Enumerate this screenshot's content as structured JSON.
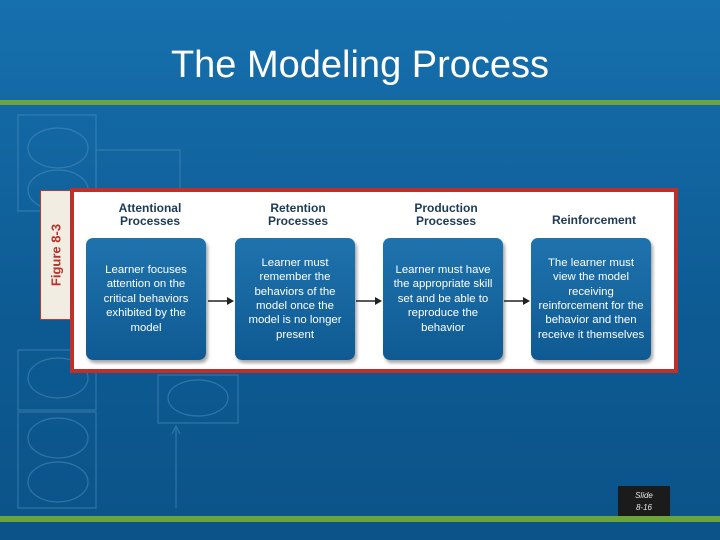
{
  "title": "The Modeling Process",
  "figure_label": "Figure 8-3",
  "columns": [
    {
      "heading": "Attentional\nProcesses",
      "text": "Learner focuses attention on the critical behaviors exhibited by the model"
    },
    {
      "heading": "Retention\nProcesses",
      "text": "Learner must remember the behaviors of the model once the model is no longer present"
    },
    {
      "heading": "Production\nProcesses",
      "text": "Learner must have the appropriate skill set and be able to reproduce the behavior"
    },
    {
      "heading": "Reinforcement",
      "text": "The learner must view the model receiving reinforcement for the behavior and then receive it themselves"
    }
  ],
  "slide_number": {
    "line1": "Slide",
    "line2": "8-16"
  },
  "colors": {
    "background": "#0f5e96",
    "accent_green": "#6aa43a",
    "frame_red": "#c0302b",
    "box_blue": "#1669a3"
  }
}
